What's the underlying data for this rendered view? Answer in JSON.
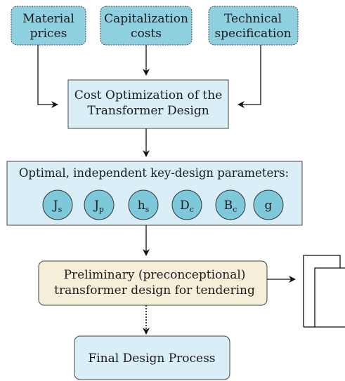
{
  "inputs": {
    "material_line1": "Material",
    "material_line2": "prices",
    "capitalization_line1": "Capitalization",
    "capitalization_line2": "costs",
    "technical_line1": "Technical",
    "technical_line2": "specification"
  },
  "optimization": {
    "line1": "Cost Optimization of the",
    "line2": "Transformer Design"
  },
  "parameters": {
    "title": "Optimal, independent key-design parameters:",
    "items": [
      {
        "base": "J",
        "sub": "s"
      },
      {
        "base": "J",
        "sub": "p"
      },
      {
        "base": "h",
        "sub": "s"
      },
      {
        "base": "D",
        "sub": "c"
      },
      {
        "base": "B",
        "sub": "c"
      },
      {
        "base": "g",
        "sub": ""
      }
    ]
  },
  "preliminary": {
    "line1": "Preliminary (preconceptional)",
    "line2": "transformer  design for tendering"
  },
  "final": {
    "label": "Final Design Process"
  },
  "colors": {
    "input_fill": "#8ecfe0",
    "light_fill": "#d9eef6",
    "param_circle": "#7ec8dc",
    "preliminary_fill": "#f5efd9",
    "stroke": "#444444"
  }
}
